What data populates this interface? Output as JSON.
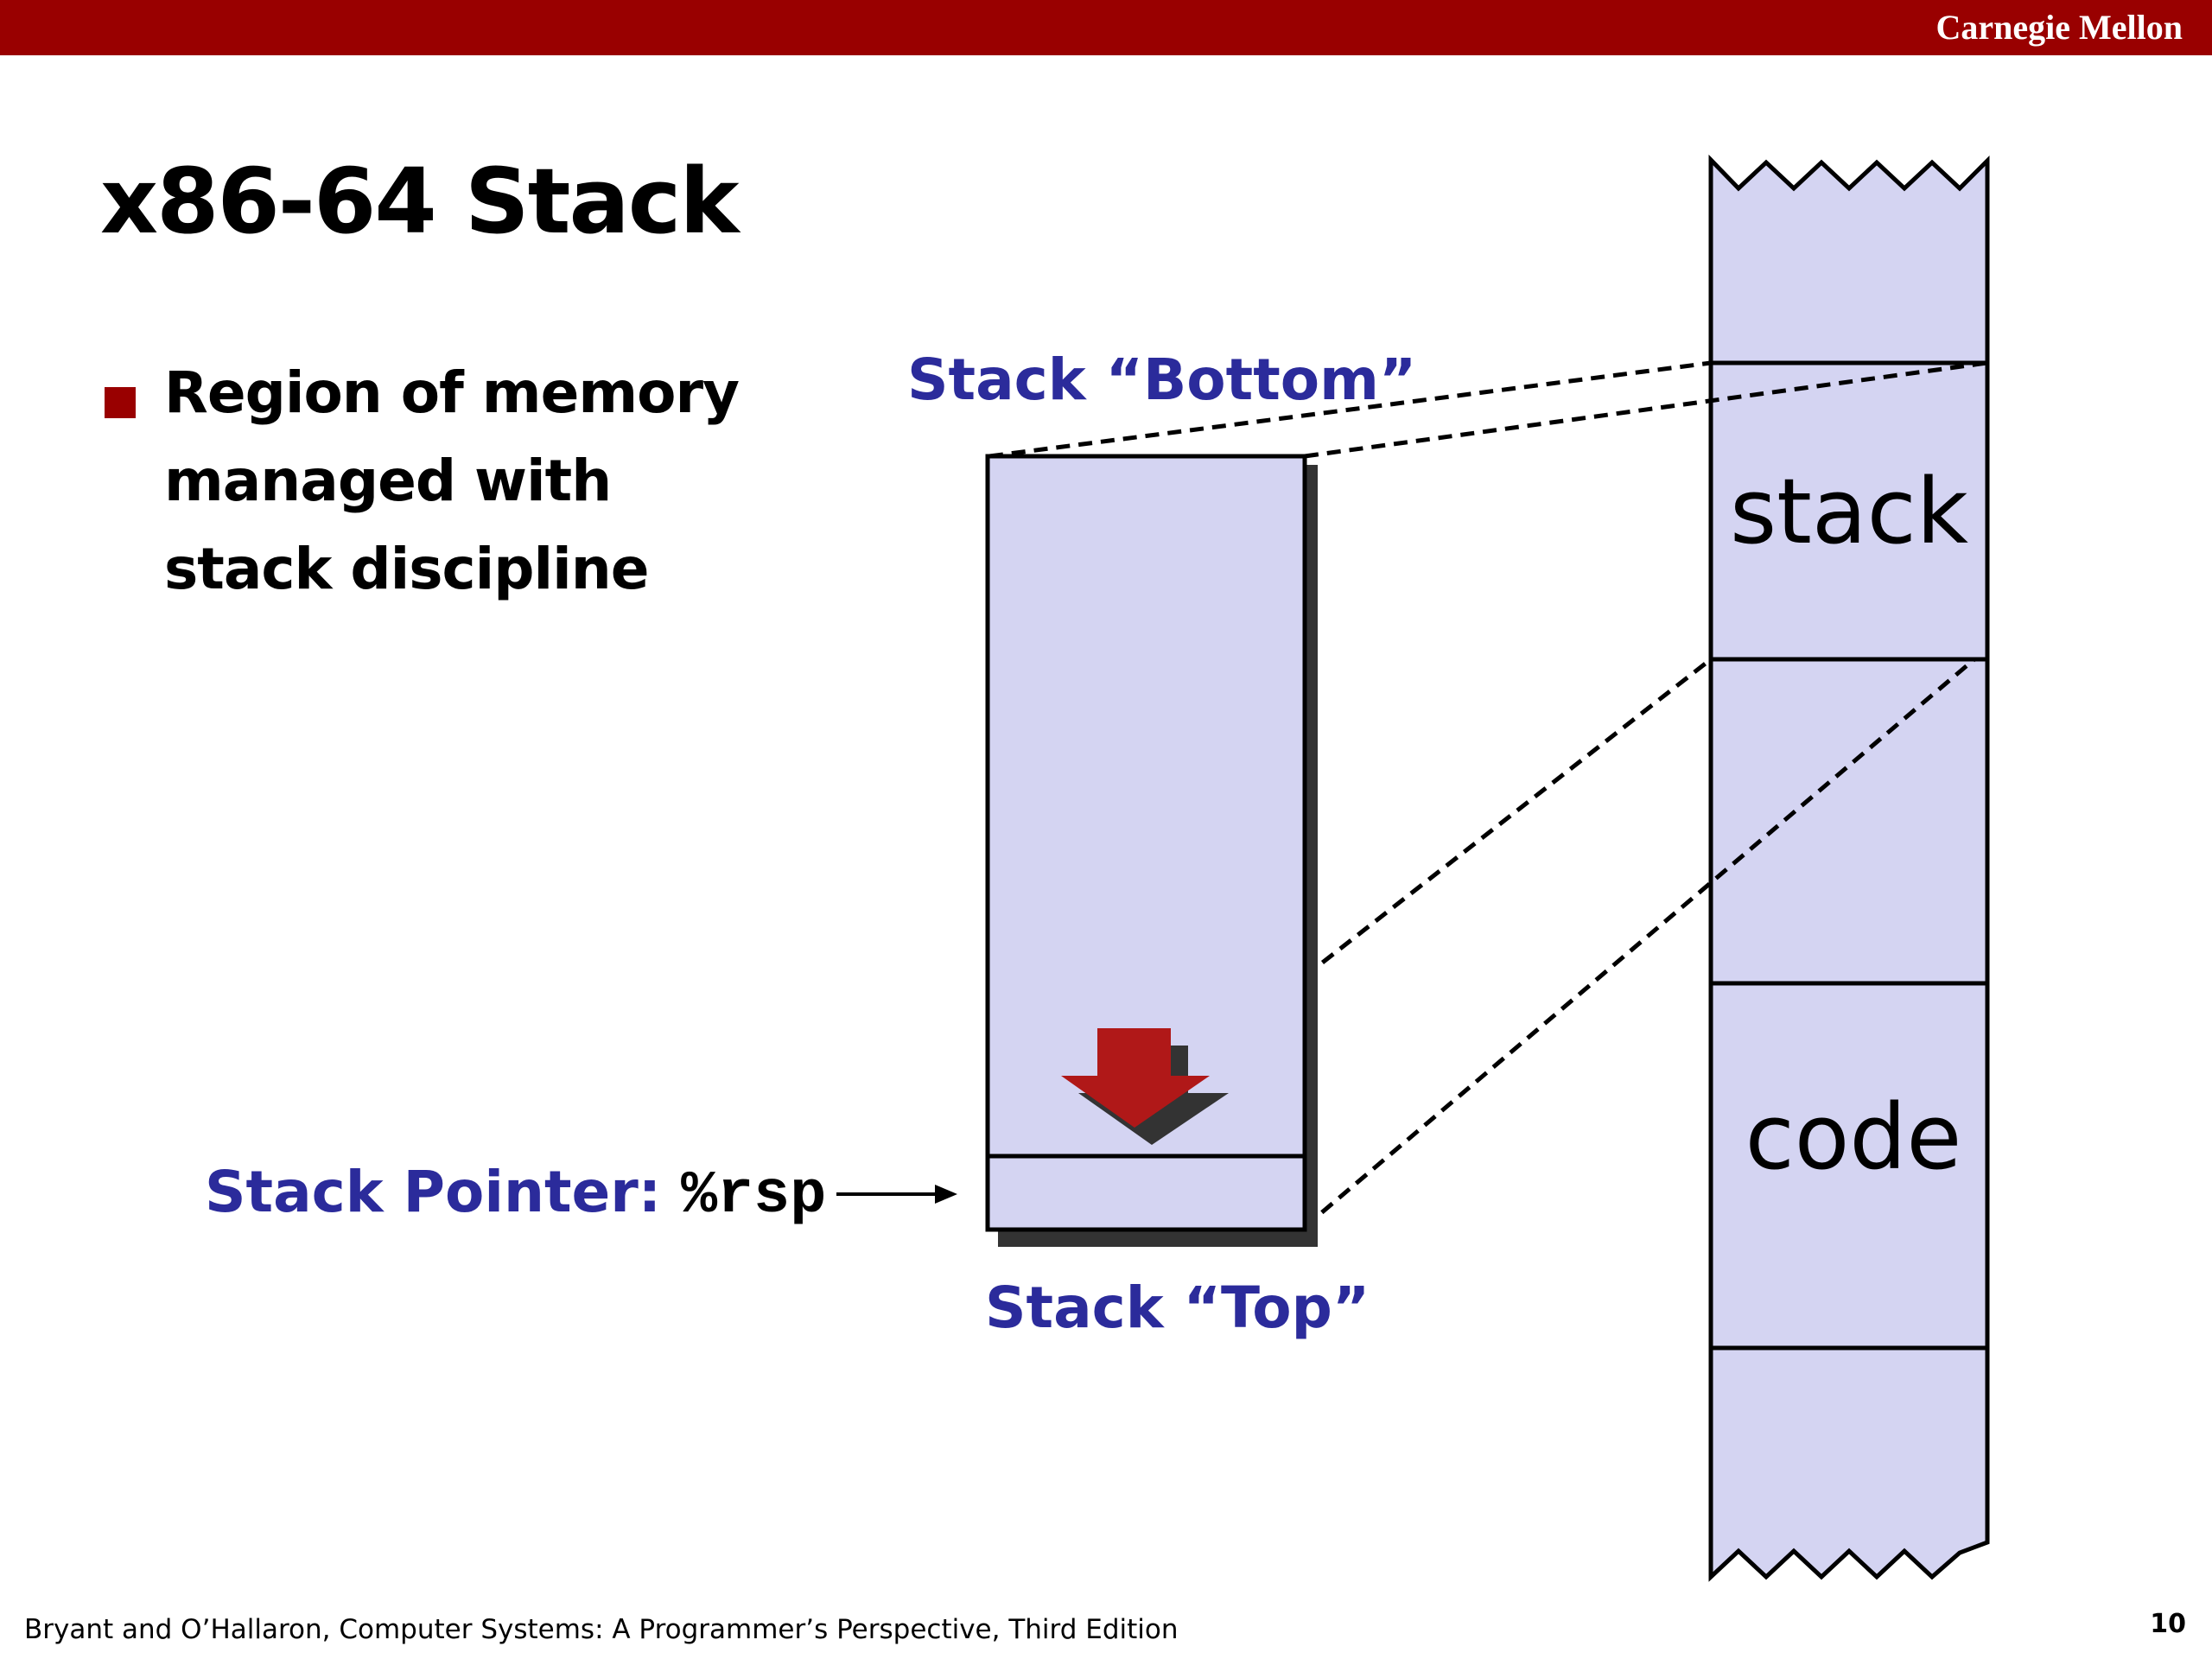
{
  "header": {
    "brand": "Carnegie Mellon",
    "bar_color": "#990000"
  },
  "slide": {
    "title": "x86-64 Stack",
    "bullets": [
      {
        "lines": [
          "Region of memory",
          "managed with",
          "stack discipline"
        ]
      }
    ]
  },
  "diagram": {
    "stack_bottom_label": "Stack “Bottom”",
    "stack_top_label": "Stack “Top”",
    "stack_pointer_label": "Stack Pointer: ",
    "stack_pointer_register": "%rsp",
    "memory_regions": [
      "stack",
      "code"
    ],
    "growth_direction_icon": "down-arrow-icon",
    "colors": {
      "fill": "#d4d4f2",
      "label": "#2b2b9b",
      "arrow": "#b01818"
    }
  },
  "footer": {
    "citation": "Bryant and O’Hallaron, Computer Systems: A Programmer’s Perspective, Third Edition",
    "page_number": "10"
  }
}
